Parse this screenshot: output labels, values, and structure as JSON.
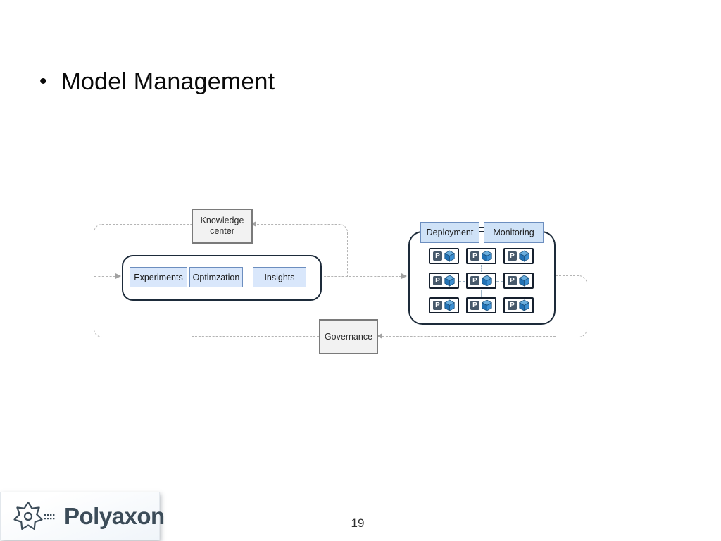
{
  "slide": {
    "bullet": "•",
    "title": "Model Management",
    "page_number": "19"
  },
  "diagram": {
    "knowledge_center": "Knowledge center",
    "pipeline": {
      "experiments": "Experiments",
      "optimization": "Optimzation",
      "insights": "Insights"
    },
    "deployment_tab": "Deployment",
    "monitoring_tab": "Monitoring",
    "governance": "Governance",
    "deployment_grid": {
      "rows": 3,
      "cols": 3,
      "node_label": "P",
      "node_icon": "cube-icon"
    }
  },
  "footer": {
    "brand": "Polyaxon"
  },
  "colors": {
    "blue_fill": "#d9e7fb",
    "blue_border": "#6c8ebf",
    "gray_fill": "#f2f2f2",
    "gray_border": "#7a7a7a",
    "container_border": "#1d2b3a",
    "dashed_line": "#b4b4b4",
    "cube_blue": "#2e7fc1",
    "brand_text": "#3c4c59"
  }
}
